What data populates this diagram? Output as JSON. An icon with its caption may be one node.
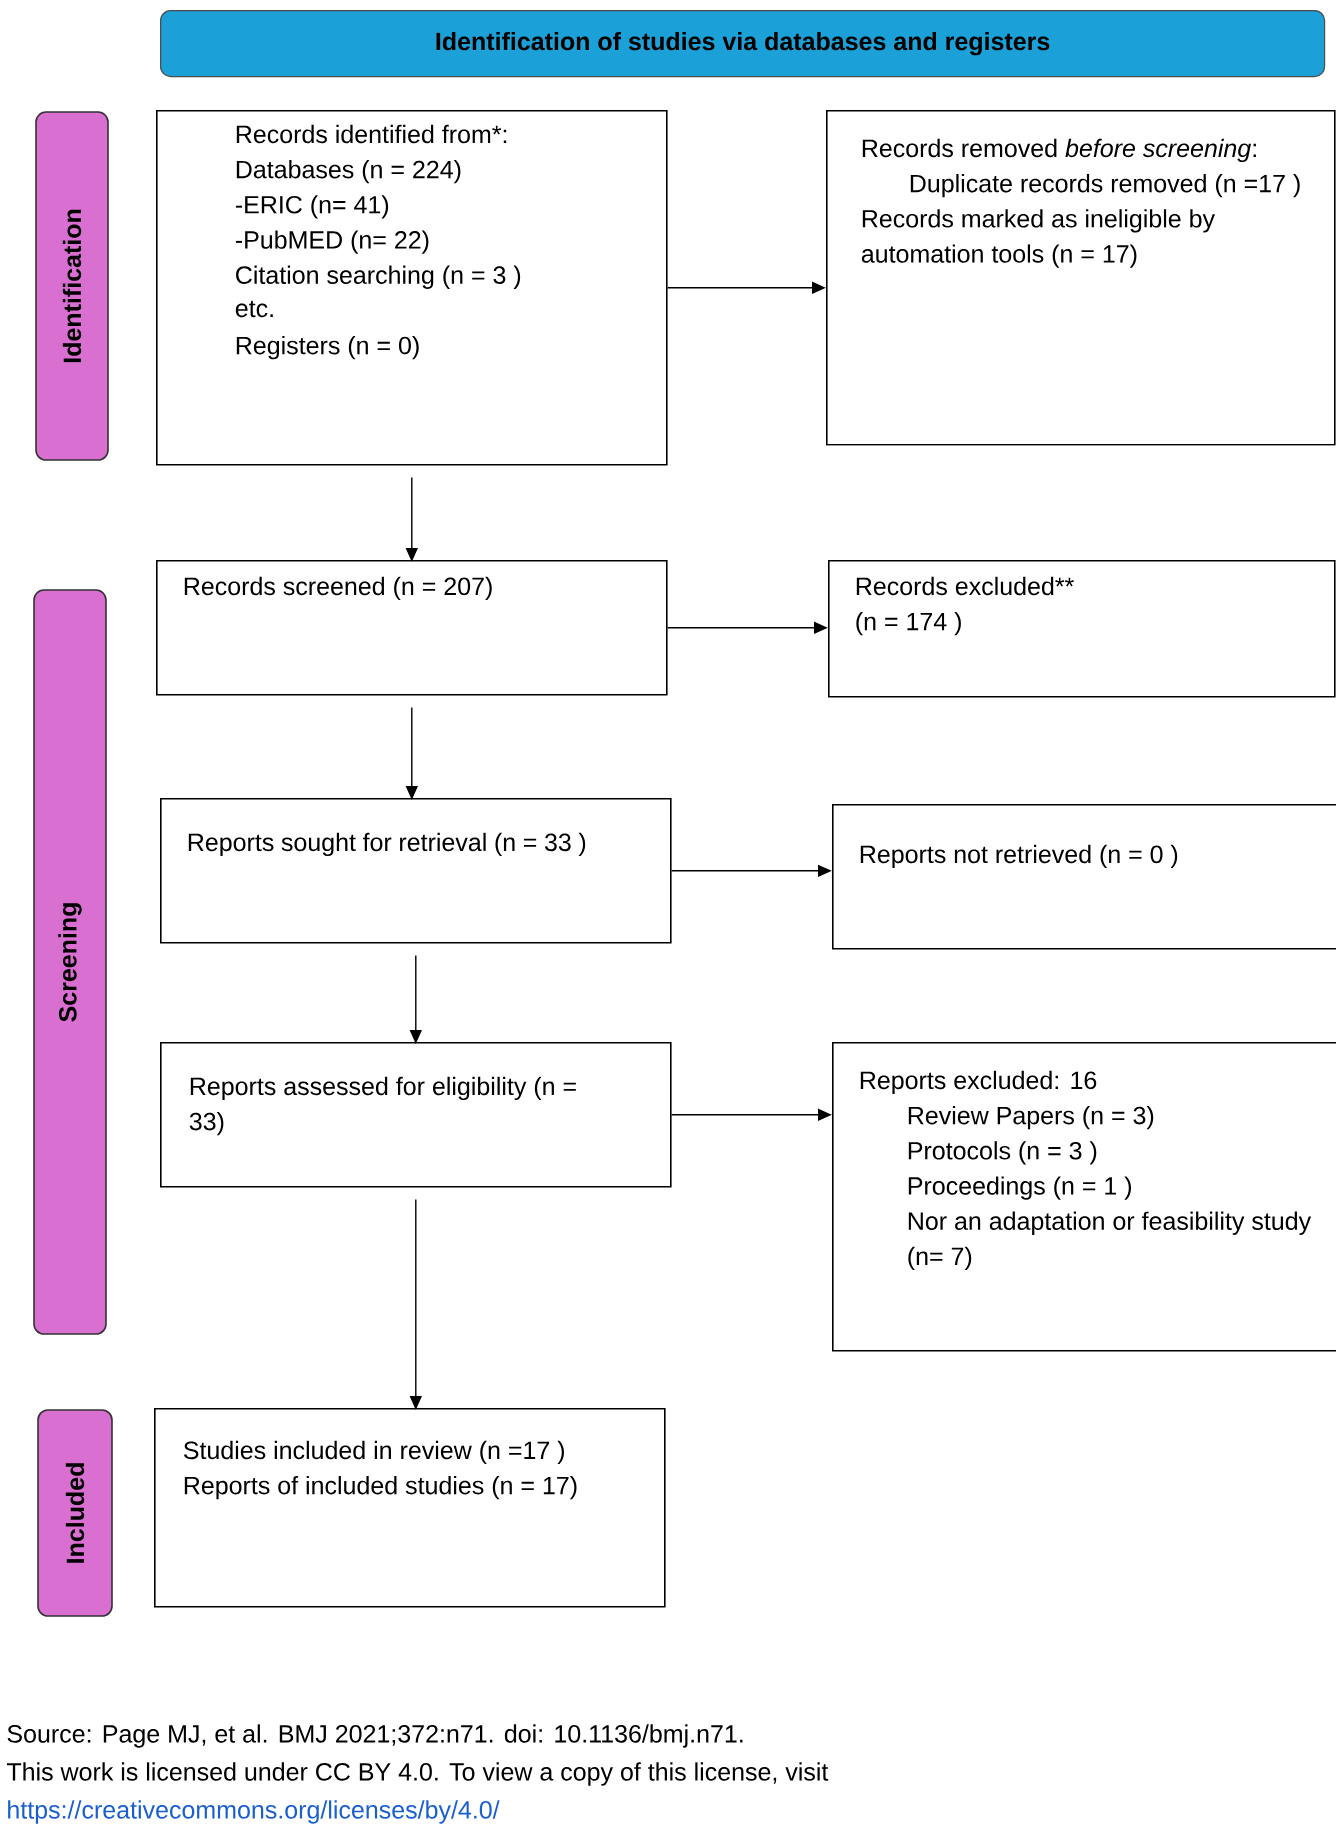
{
  "diagram": {
    "nodes": [
      {
        "text": [
          "Identification of studies via databases and registers"
        ]
      },
      {
        "text": [
          "Identification"
        ]
      },
      {
        "text": [
          "Screening"
        ]
      },
      {
        "text": [
          "Included"
        ]
      },
      {
        "text": [
          "Records identified from*:",
          "Databases (n = 224)",
          "-ERIC (n= 41)",
          "-PubMED (n= 22)",
          "Citation searching (n = 3 )",
          "etc.",
          "Registers (n = 0)"
        ]
      },
      {
        "text": [
          "Records removed *before screening*:",
          "Duplicate records removed (n =17 )",
          "Records marked as ineligible by automation tools (n = 17)"
        ]
      },
      {
        "text": [
          "Records screened (n = 207)"
        ]
      },
      {
        "text": [
          "Records excluded** (n = 174 )"
        ]
      },
      {
        "text": [
          "Reports sought for retrieval (n = 33 )"
        ]
      },
      {
        "text": [
          "Reports not retrieved (n = 0 )"
        ]
      },
      {
        "text": [
          "Reports assessed for eligibility (n = 33)"
        ]
      },
      {
        "text": [
          "Reports excluded: 16",
          "Review Papers (n = 3)",
          "Protocols (n = 3 )",
          "Proceedings (n = 1 )",
          "Nor an adaptation or feasibility study (n= 7)"
        ]
      },
      {
        "text": [
          "Studies included in review (n =17 )",
          "Reports of included studies (n = 17)"
        ]
      }
    ],
    "edges": [
      {
        "from": 4,
        "to": 5,
        "arrow": "to"
      },
      {
        "from": 4,
        "to": 6,
        "arrow": "to"
      },
      {
        "from": 6,
        "to": 7,
        "arrow": "to"
      },
      {
        "from": 6,
        "to": 8,
        "arrow": "to"
      },
      {
        "from": 8,
        "to": 9,
        "arrow": "to"
      },
      {
        "from": 8,
        "to": 10,
        "arrow": "to"
      },
      {
        "from": 10,
        "to": 11,
        "arrow": "to"
      },
      {
        "from": 10,
        "to": 12,
        "arrow": "to"
      }
    ],
    "labels": [
      "Source: Page MJ, et al. BMJ 2021;372:n71. doi: 10.1136/bmj.n71.",
      "This work is licensed under CC BY 4.0. To view a copy of this license, visit",
      "https://creativecommons.org/licenses/by/4.0/"
    ]
  }
}
